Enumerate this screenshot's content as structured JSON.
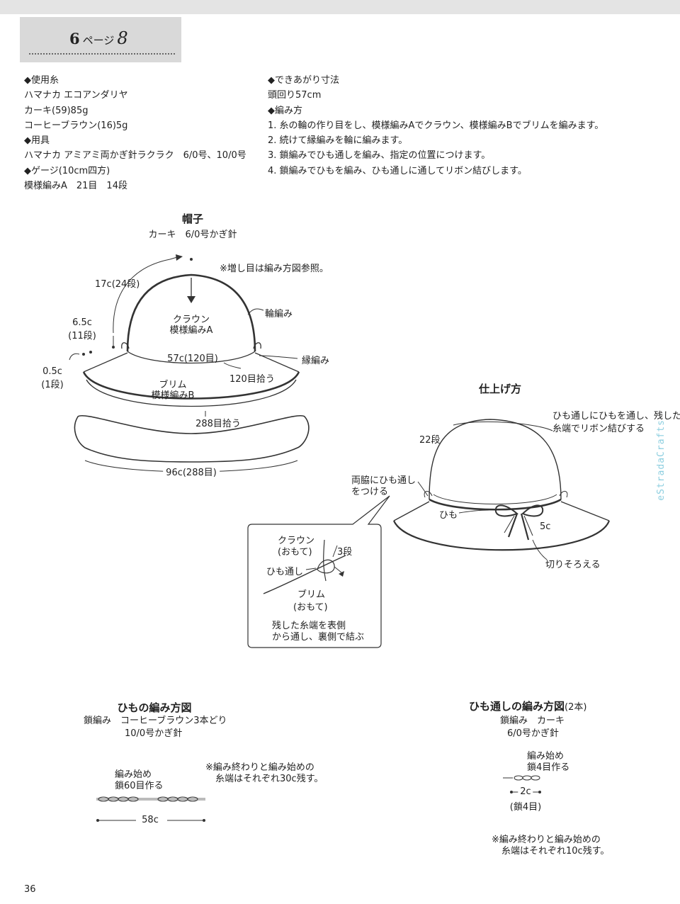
{
  "header": {
    "page_num": "6",
    "page_label": "ページ",
    "item_num": "8"
  },
  "materials": {
    "yarn_heading": "◆使用糸",
    "yarn_brand": "ハマナカ エコアンダリヤ",
    "yarn1": "カーキ(59)85g",
    "yarn2": "コーヒーブラウン(16)5g",
    "tools_heading": "◆用具",
    "tools": "ハマナカ アミアミ両かぎ針ラクラク　6/0号、10/0号",
    "gauge_heading": "◆ゲージ(10cm四方)",
    "gauge": "模様編みA　21目　14段"
  },
  "finished": {
    "heading": "◆できあがり寸法",
    "size": "頭回り57cm",
    "method_heading": "◆編み方",
    "steps": [
      "1. 糸の輪の作り目をし、模様編みAでクラウン、模様編みBでブリムを編みます。",
      "2. 続けて縁編みを輪に編みます。",
      "3. 鎖編みでひも通しを編み、指定の位置につけます。",
      "4. 鎖編みでひもを編み、ひも通しに通してリボン結びします。"
    ]
  },
  "hat": {
    "title": "帽子",
    "sub": "カーキ　6/0号かぎ針",
    "note": "※増し目は編み方図参照。",
    "d17": "17c(24段)",
    "d65": "6.5c",
    "d65b": "(11段)",
    "d05": "0.5c",
    "d05b": "(1段)",
    "crown": "クラウン",
    "crown2": "模様編みA",
    "round": "輪編み",
    "c57": "57c(120目)",
    "edge": "縁編み",
    "pick120": "120目拾う",
    "brim": "ブリム",
    "brim2": "模様編みB",
    "pick288": "288目拾う",
    "c96": "96c(288目)"
  },
  "finish": {
    "title": "仕上げ方",
    "note1": "ひも通しにひもを通し、残した",
    "note2": "糸端でリボン結びする",
    "rows22": "22段",
    "side1": "両脇にひも通し",
    "side2": "をつける",
    "himo": "ひも",
    "c5": "5c",
    "trim": "切りそろえる"
  },
  "detail": {
    "crown": "クラウン",
    "omote1": "(おもて)",
    "rows3": "3段",
    "loop": "ひも通し",
    "brim": "ブリム",
    "omote2": "(おもて)",
    "note1": "残した糸端を表側",
    "note2": "から通し、裏側で結ぶ"
  },
  "cord": {
    "title": "ひもの編み方図",
    "sub1": "鎖編み　コーヒーブラウン3本どり",
    "sub2": "10/0号かぎ針",
    "start1": "編み始め",
    "start2": "鎖60目作る",
    "note1": "※編み終わりと編み始めの",
    "note2": "糸端はそれぞれ30c残す。",
    "len": "58c"
  },
  "loopchart": {
    "title": "ひも通しの編み方図",
    "count": "(2本)",
    "sub1": "鎖編み　カーキ",
    "sub2": "6/0号かぎ針",
    "start1": "編み始め",
    "start2": "鎖4目作る",
    "len": "2c",
    "len2": "(鎖4目)",
    "note1": "※編み終わりと編み始めの",
    "note2": "糸端はそれぞれ10c残す。"
  },
  "watermark": "eStradaCrafts",
  "page_number": "36"
}
